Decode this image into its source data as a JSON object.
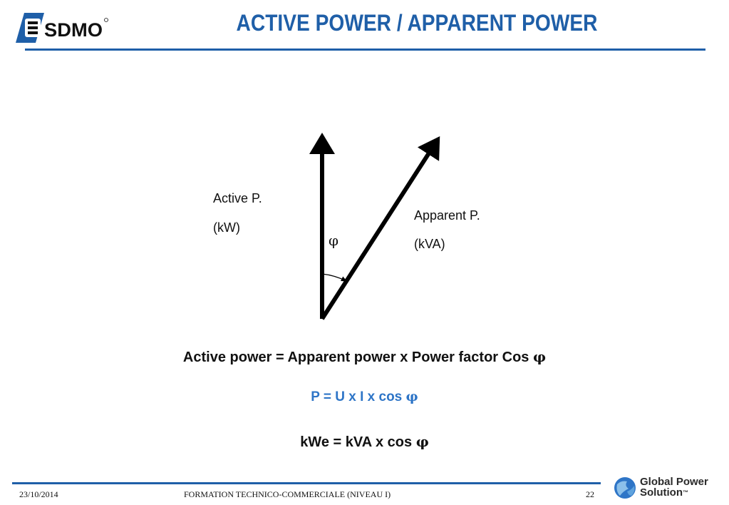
{
  "header": {
    "logo_text": "SDMO",
    "title": "ACTIVE POWER / APPARENT POWER"
  },
  "diagram": {
    "active_label": "Active P.",
    "active_unit": "(kW)",
    "apparent_label": "Apparent P.",
    "apparent_unit": "(kVA)",
    "angle_symbol": "φ"
  },
  "formulas": {
    "line1_text": "Active power = Apparent power x Power factor Cos ",
    "line1_symbol": "φ",
    "line2_text": "P = U x I x cos ",
    "line2_symbol": "φ",
    "line3_text": "kWe = kVA x cos ",
    "line3_symbol": "φ"
  },
  "footer": {
    "date": "23/10/2014",
    "course": "FORMATION TECHNICO-COMMERCIALE  (NIVEAU I)",
    "page_number": "22",
    "brand_line1": "Global Power",
    "brand_line2": "Solution",
    "brand_tm": "™"
  },
  "colors": {
    "accent_blue": "#1f5fa8",
    "formula_blue": "#2e75c7",
    "text": "#111111"
  }
}
